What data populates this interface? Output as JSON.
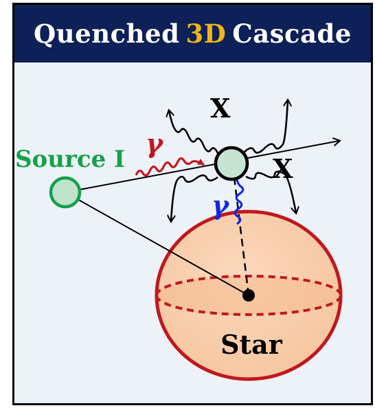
{
  "title": {
    "before": "Quenched",
    "accent": "3D",
    "after": "Cascade"
  },
  "labels": {
    "source": "Source I",
    "gamma_incoming": "γ",
    "gamma_star": "γ",
    "x_top": "X",
    "x_right": "X",
    "star": "Star"
  },
  "colors": {
    "header_bg": "#0d2057",
    "title_accent": "#f2b418",
    "panel_bg": "#edf2f8",
    "source_green": "#17a04a",
    "gamma_red": "#c0181d",
    "gamma_blue": "#1428e0",
    "star_fill": "#f9cfae",
    "star_edge": "#c0181d"
  }
}
